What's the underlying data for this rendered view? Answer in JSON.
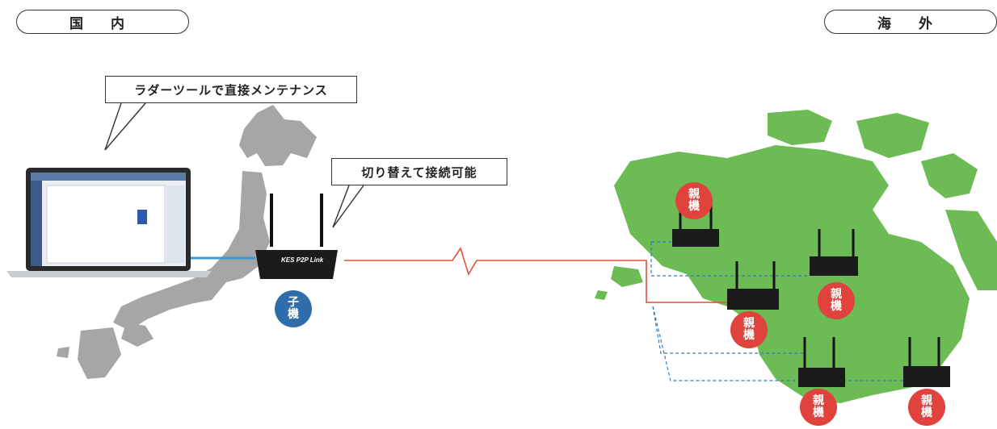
{
  "regions": {
    "domestic": "国 内",
    "overseas": "海 外"
  },
  "callouts": {
    "ladder": "ラダーツールで直接メンテナンス",
    "switch": "切り替えて接続可能"
  },
  "device": {
    "label": "KES P2P Link"
  },
  "badges": {
    "child": [
      "子",
      "機"
    ],
    "parent": [
      "親",
      "機"
    ]
  },
  "colors": {
    "map_jp": "#a6a6a6",
    "map_ov": "#6dbb55",
    "connection_line": "#e0503a",
    "lan_line": "#3c9bd6",
    "dashed_line": "#3a78b8",
    "badge_parent": "#e0433e",
    "badge_child": "#2f6eaa"
  }
}
